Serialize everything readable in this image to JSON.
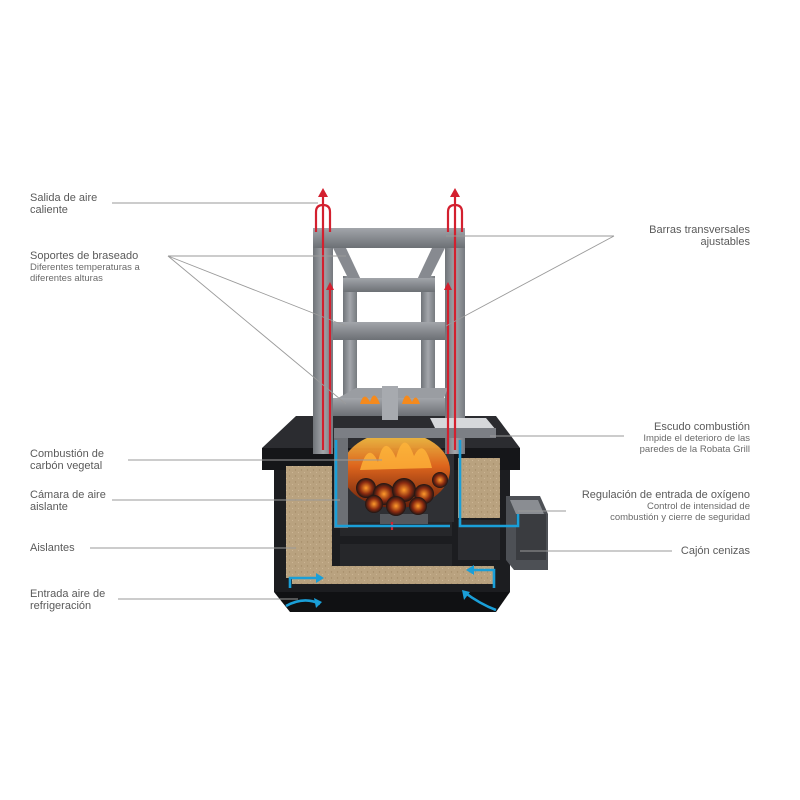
{
  "labels": {
    "salida_aire": {
      "line1": "Salida de aire",
      "line2": "caliente"
    },
    "soportes": {
      "title": "Soportes de braseado",
      "sub1": "Diferentes temperaturas a",
      "sub2": "diferentes alturas"
    },
    "combustion_carbon": {
      "line1": "Combustión de",
      "line2": "carbón vegetal"
    },
    "camara_aire": {
      "line1": "Cámara de aire",
      "line2": "aislante"
    },
    "aislantes": {
      "line1": "Aislantes"
    },
    "entrada_aire": {
      "line1": "Entrada aire de",
      "line2": "refrigeración"
    },
    "barras": {
      "line1": "Barras transversales",
      "line2": "ajustables"
    },
    "escudo": {
      "title": "Escudo combustión",
      "sub1": "Impide el deterioro de las",
      "sub2": "paredes de la Robata Grill"
    },
    "regulacion": {
      "title": "Regulación de entrada de oxígeno",
      "sub1": "Control de intensidad de",
      "sub2": "combustión y cierre de seguridad"
    },
    "cajon": {
      "line1": "Cajón cenizas"
    }
  },
  "colors": {
    "label_text": "#5a5a5a",
    "leader_line": "#9a9a9a",
    "hot_air": "#d3202f",
    "cool_air": "#1a9fd8",
    "steel": "#8e9196",
    "steel_dark": "#5f6267",
    "body_black": "#1c1d20",
    "insulation": "#b9a27f",
    "fire": "#f06a1a"
  }
}
